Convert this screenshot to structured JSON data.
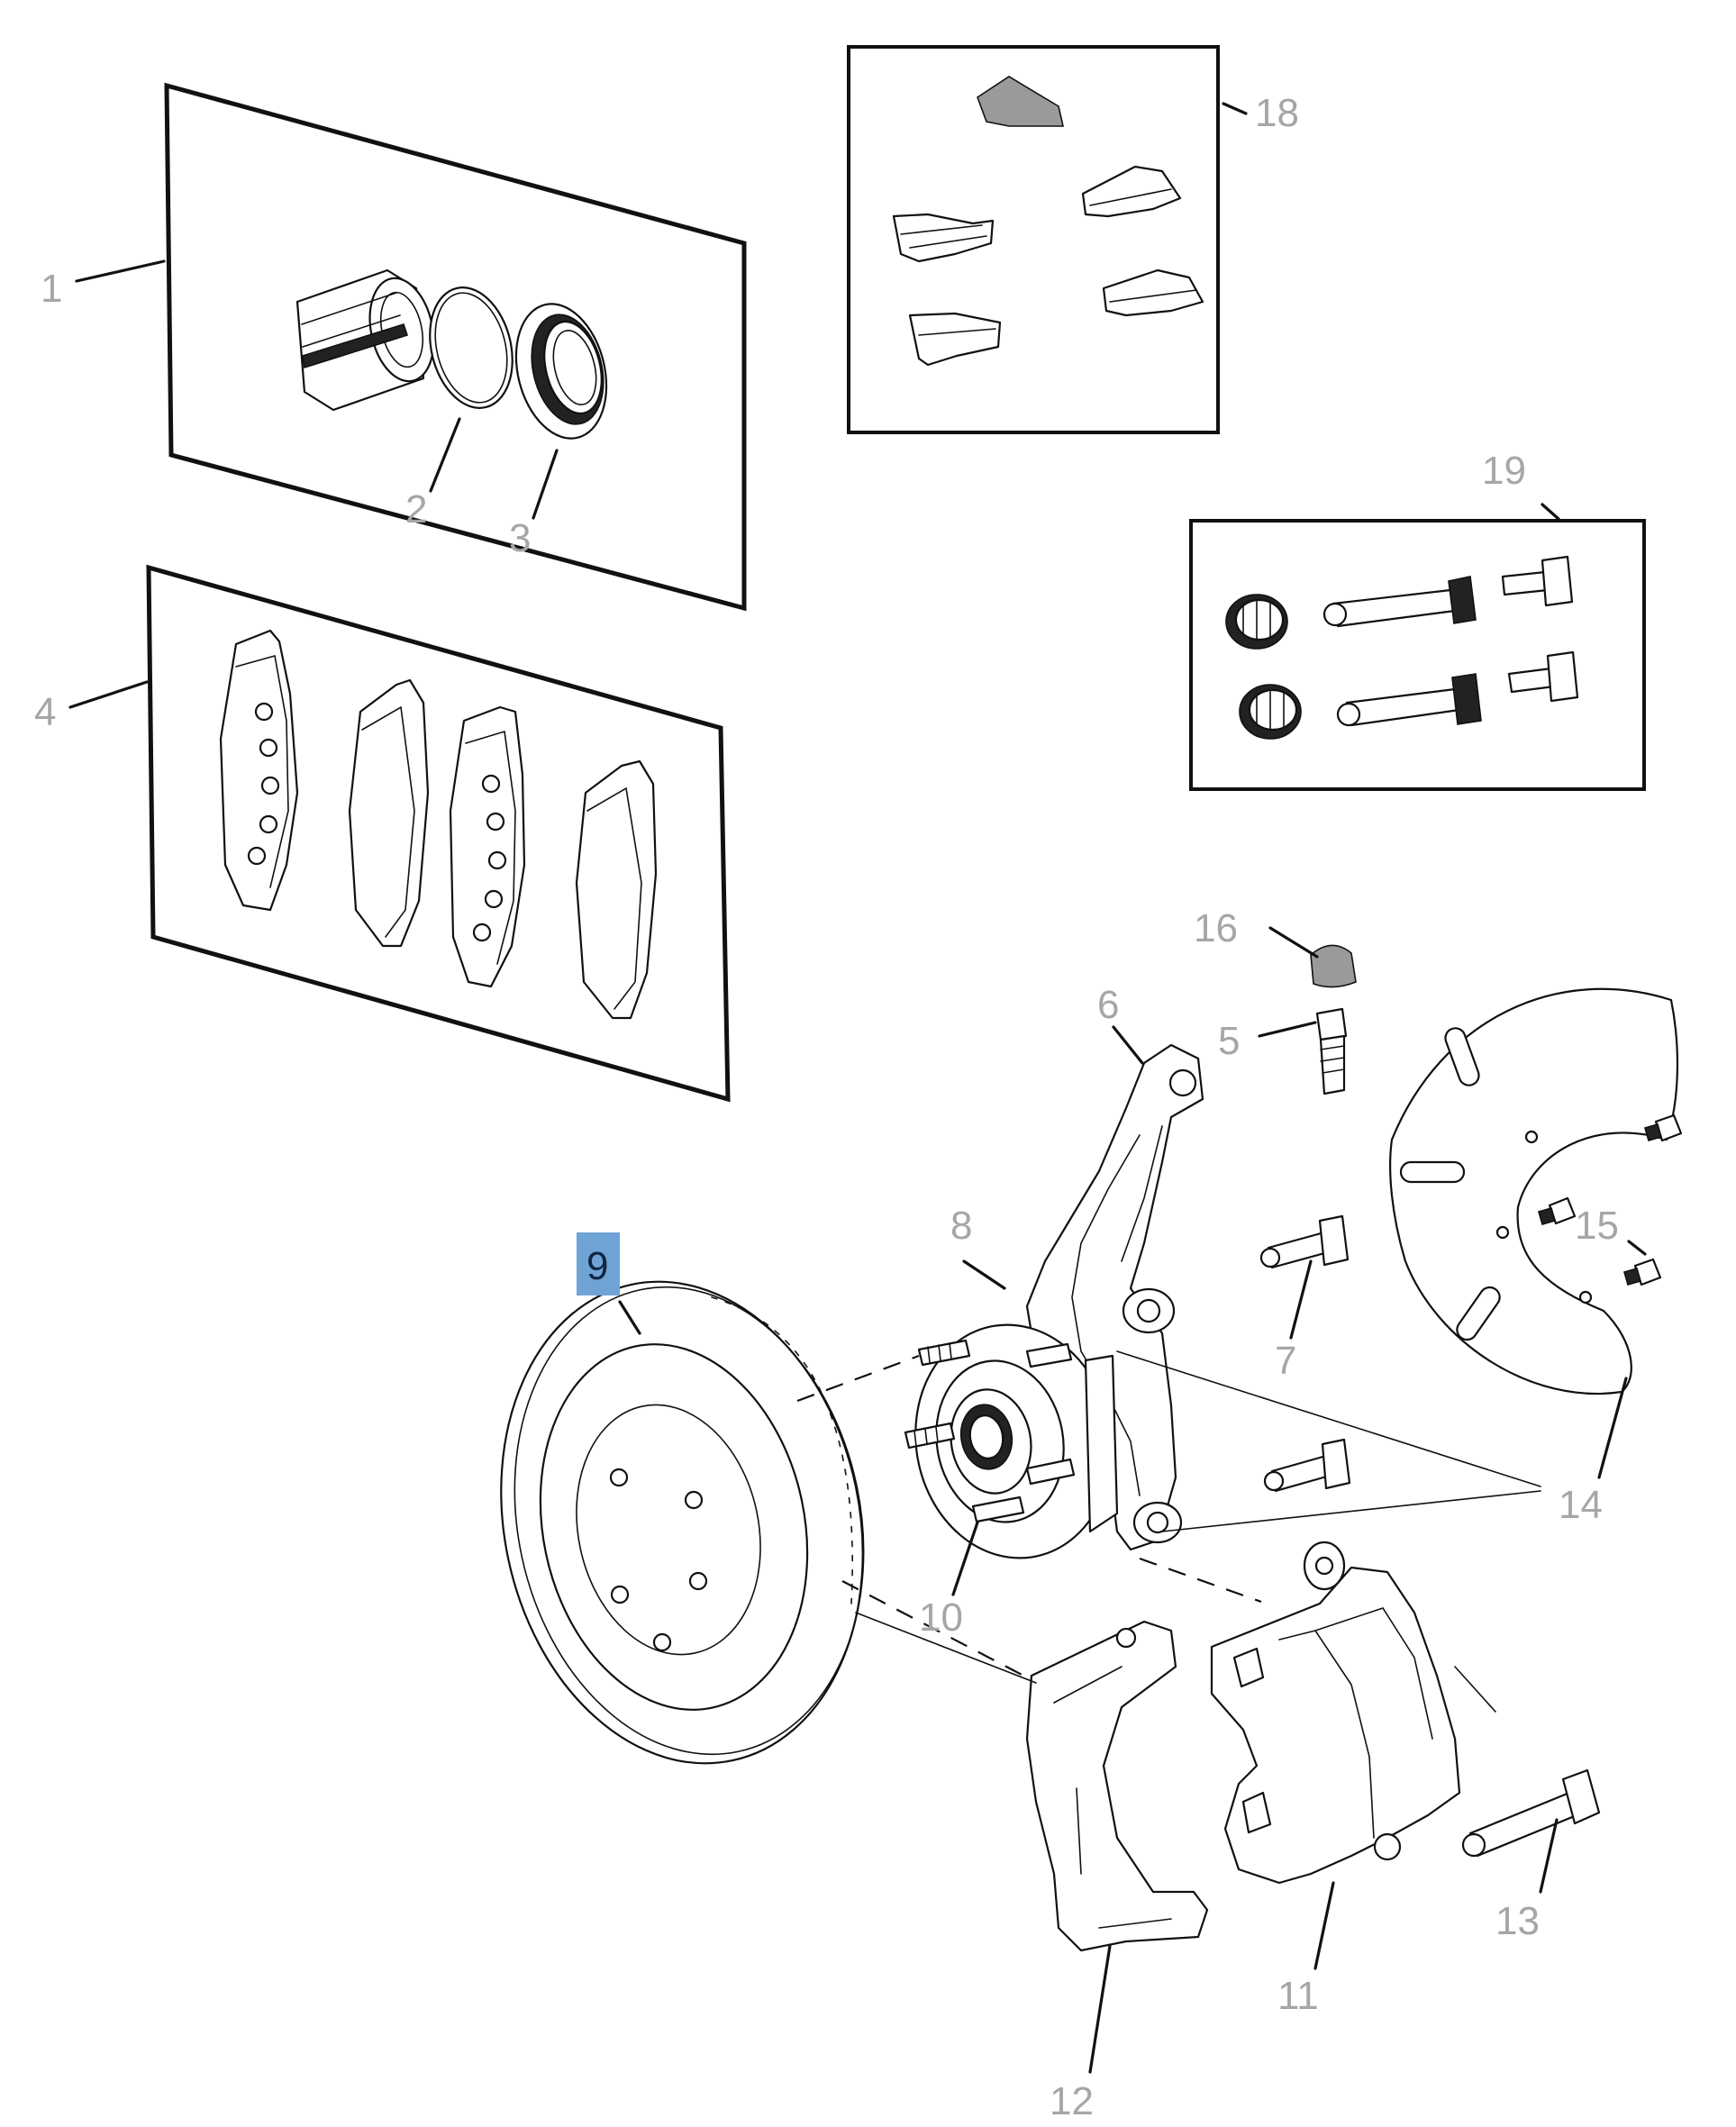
{
  "callouts": {
    "c1": "1",
    "c2": "2",
    "c3": "3",
    "c4": "4",
    "c5": "5",
    "c6": "6",
    "c7": "7",
    "c8": "8",
    "c9": "9",
    "c10": "10",
    "c11": "11",
    "c12": "12",
    "c13": "13",
    "c14": "14",
    "c15": "15",
    "c16": "16",
    "c18": "18",
    "c19": "19"
  },
  "highlighted_callout": "9",
  "colors": {
    "highlight_fill": "#6fa3d6",
    "callout_text": "#a6a6a6",
    "highlight_text": "#10263f",
    "line_art": "#111111"
  }
}
